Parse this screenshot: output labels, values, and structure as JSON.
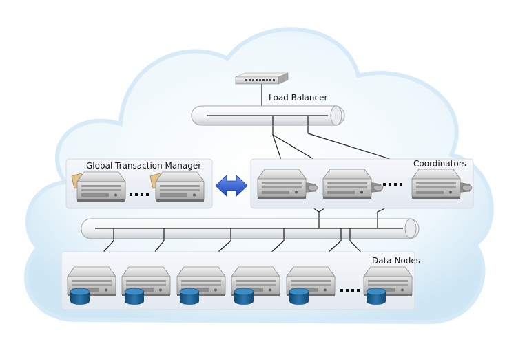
{
  "labels": {
    "load_balancer": "Load Balancer",
    "gtm": "Global Transaction Manager",
    "coordinators": "Coordinators",
    "data_nodes": "Data Nodes"
  },
  "colors": {
    "cloud_fill": "#e6f3fb",
    "cloud_edge": "#ffffff",
    "panel": "#eef3f8",
    "arrow": "#2a5bd7",
    "database": "#1f5d8e"
  }
}
